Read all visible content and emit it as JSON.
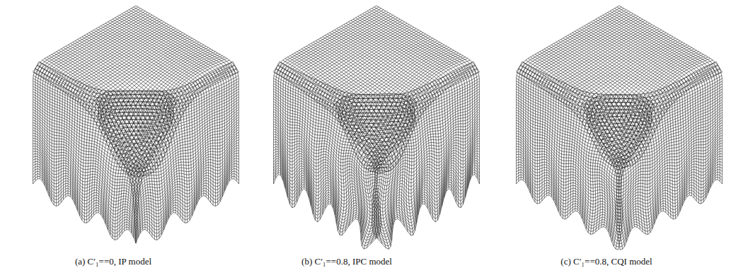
{
  "diagram": {
    "labels": [
      "(a) C′₁==0, IP model",
      "(b) C′₁==0.8, IPC model",
      "(c) C′₁==0.8, CQI model"
    ]
  }
}
